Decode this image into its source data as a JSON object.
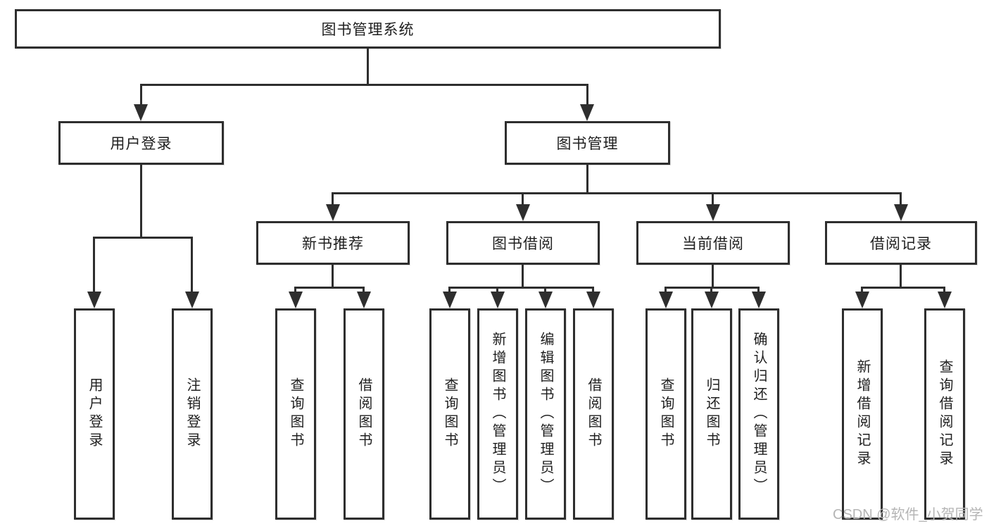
{
  "root": {
    "label": "图书管理系统"
  },
  "branches": [
    {
      "label": "用户登录"
    },
    {
      "label": "图书管理"
    }
  ],
  "sections": [
    {
      "label": "新书推荐"
    },
    {
      "label": "图书借阅"
    },
    {
      "label": "当前借阅"
    },
    {
      "label": "借阅记录"
    }
  ],
  "leaves": [
    {
      "id": "user-login",
      "label": "用户登录"
    },
    {
      "id": "logout",
      "label": "注销登录"
    },
    {
      "id": "newbook-query",
      "label": "查询图书"
    },
    {
      "id": "newbook-borrow",
      "label": "借阅图书"
    },
    {
      "id": "borrow-query",
      "label": "查询图书"
    },
    {
      "id": "borrow-add",
      "label": "新增图书（管理员）"
    },
    {
      "id": "borrow-edit",
      "label": "编辑图书（管理员）"
    },
    {
      "id": "borrow-borrow",
      "label": "借阅图书"
    },
    {
      "id": "current-query",
      "label": "查询图书"
    },
    {
      "id": "current-return",
      "label": "归还图书"
    },
    {
      "id": "current-confirm",
      "label": "确认归还（管理员）"
    },
    {
      "id": "record-add",
      "label": "新增借阅记录"
    },
    {
      "id": "record-query",
      "label": "查询借阅记录"
    }
  ],
  "watermark": "CSDN @软件_小贺同学",
  "colors": {
    "line": "#2e2e2e",
    "text": "#1f1f1f",
    "watermark": "#b5b5b5",
    "background": "#ffffff"
  }
}
